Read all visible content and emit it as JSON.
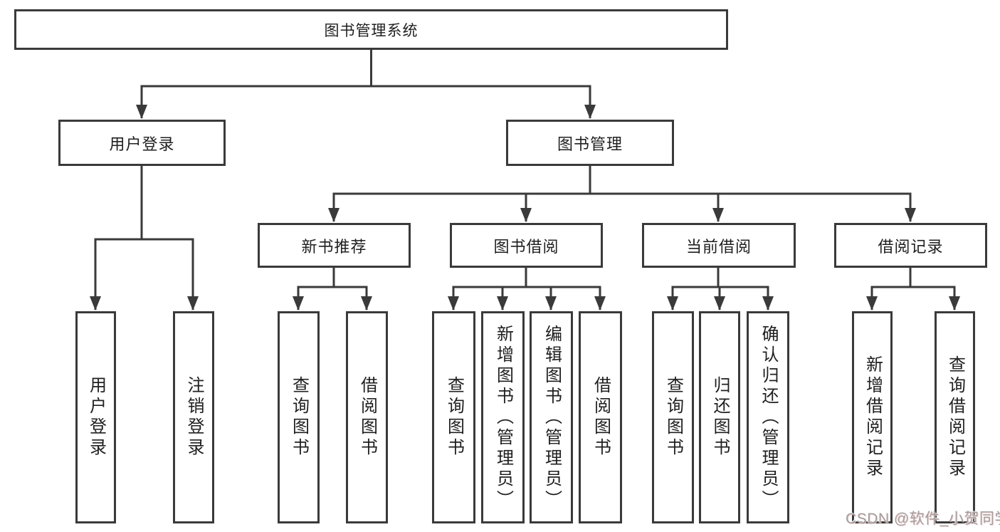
{
  "diagram": {
    "root": {
      "label": "图书管理系统",
      "children": [
        {
          "label": "用户登录",
          "children": [
            {
              "label": "用户登录"
            },
            {
              "label": "注销登录"
            }
          ]
        },
        {
          "label": "图书管理",
          "children": [
            {
              "label": "新书推荐",
              "children": [
                {
                  "label": "查询图书"
                },
                {
                  "label": "借阅图书"
                }
              ]
            },
            {
              "label": "图书借阅",
              "children": [
                {
                  "label": "查询图书"
                },
                {
                  "label": "新增图书（管理员）"
                },
                {
                  "label": "编辑图书（管理员）"
                },
                {
                  "label": "借阅图书"
                }
              ]
            },
            {
              "label": "当前借阅",
              "children": [
                {
                  "label": "查询图书"
                },
                {
                  "label": "归还图书"
                },
                {
                  "label": "确认归还（管理员）"
                }
              ]
            },
            {
              "label": "借阅记录",
              "children": [
                {
                  "label": "新增借阅记录"
                },
                {
                  "label": "查询借阅记录"
                }
              ]
            }
          ]
        }
      ]
    }
  },
  "watermark": {
    "text": "CSDN @软件_小贺同学"
  },
  "colors": {
    "line": "#3a3a3a",
    "text": "#1f1f1f",
    "background": "#ffffff",
    "watermark": "#9a9a9a"
  }
}
